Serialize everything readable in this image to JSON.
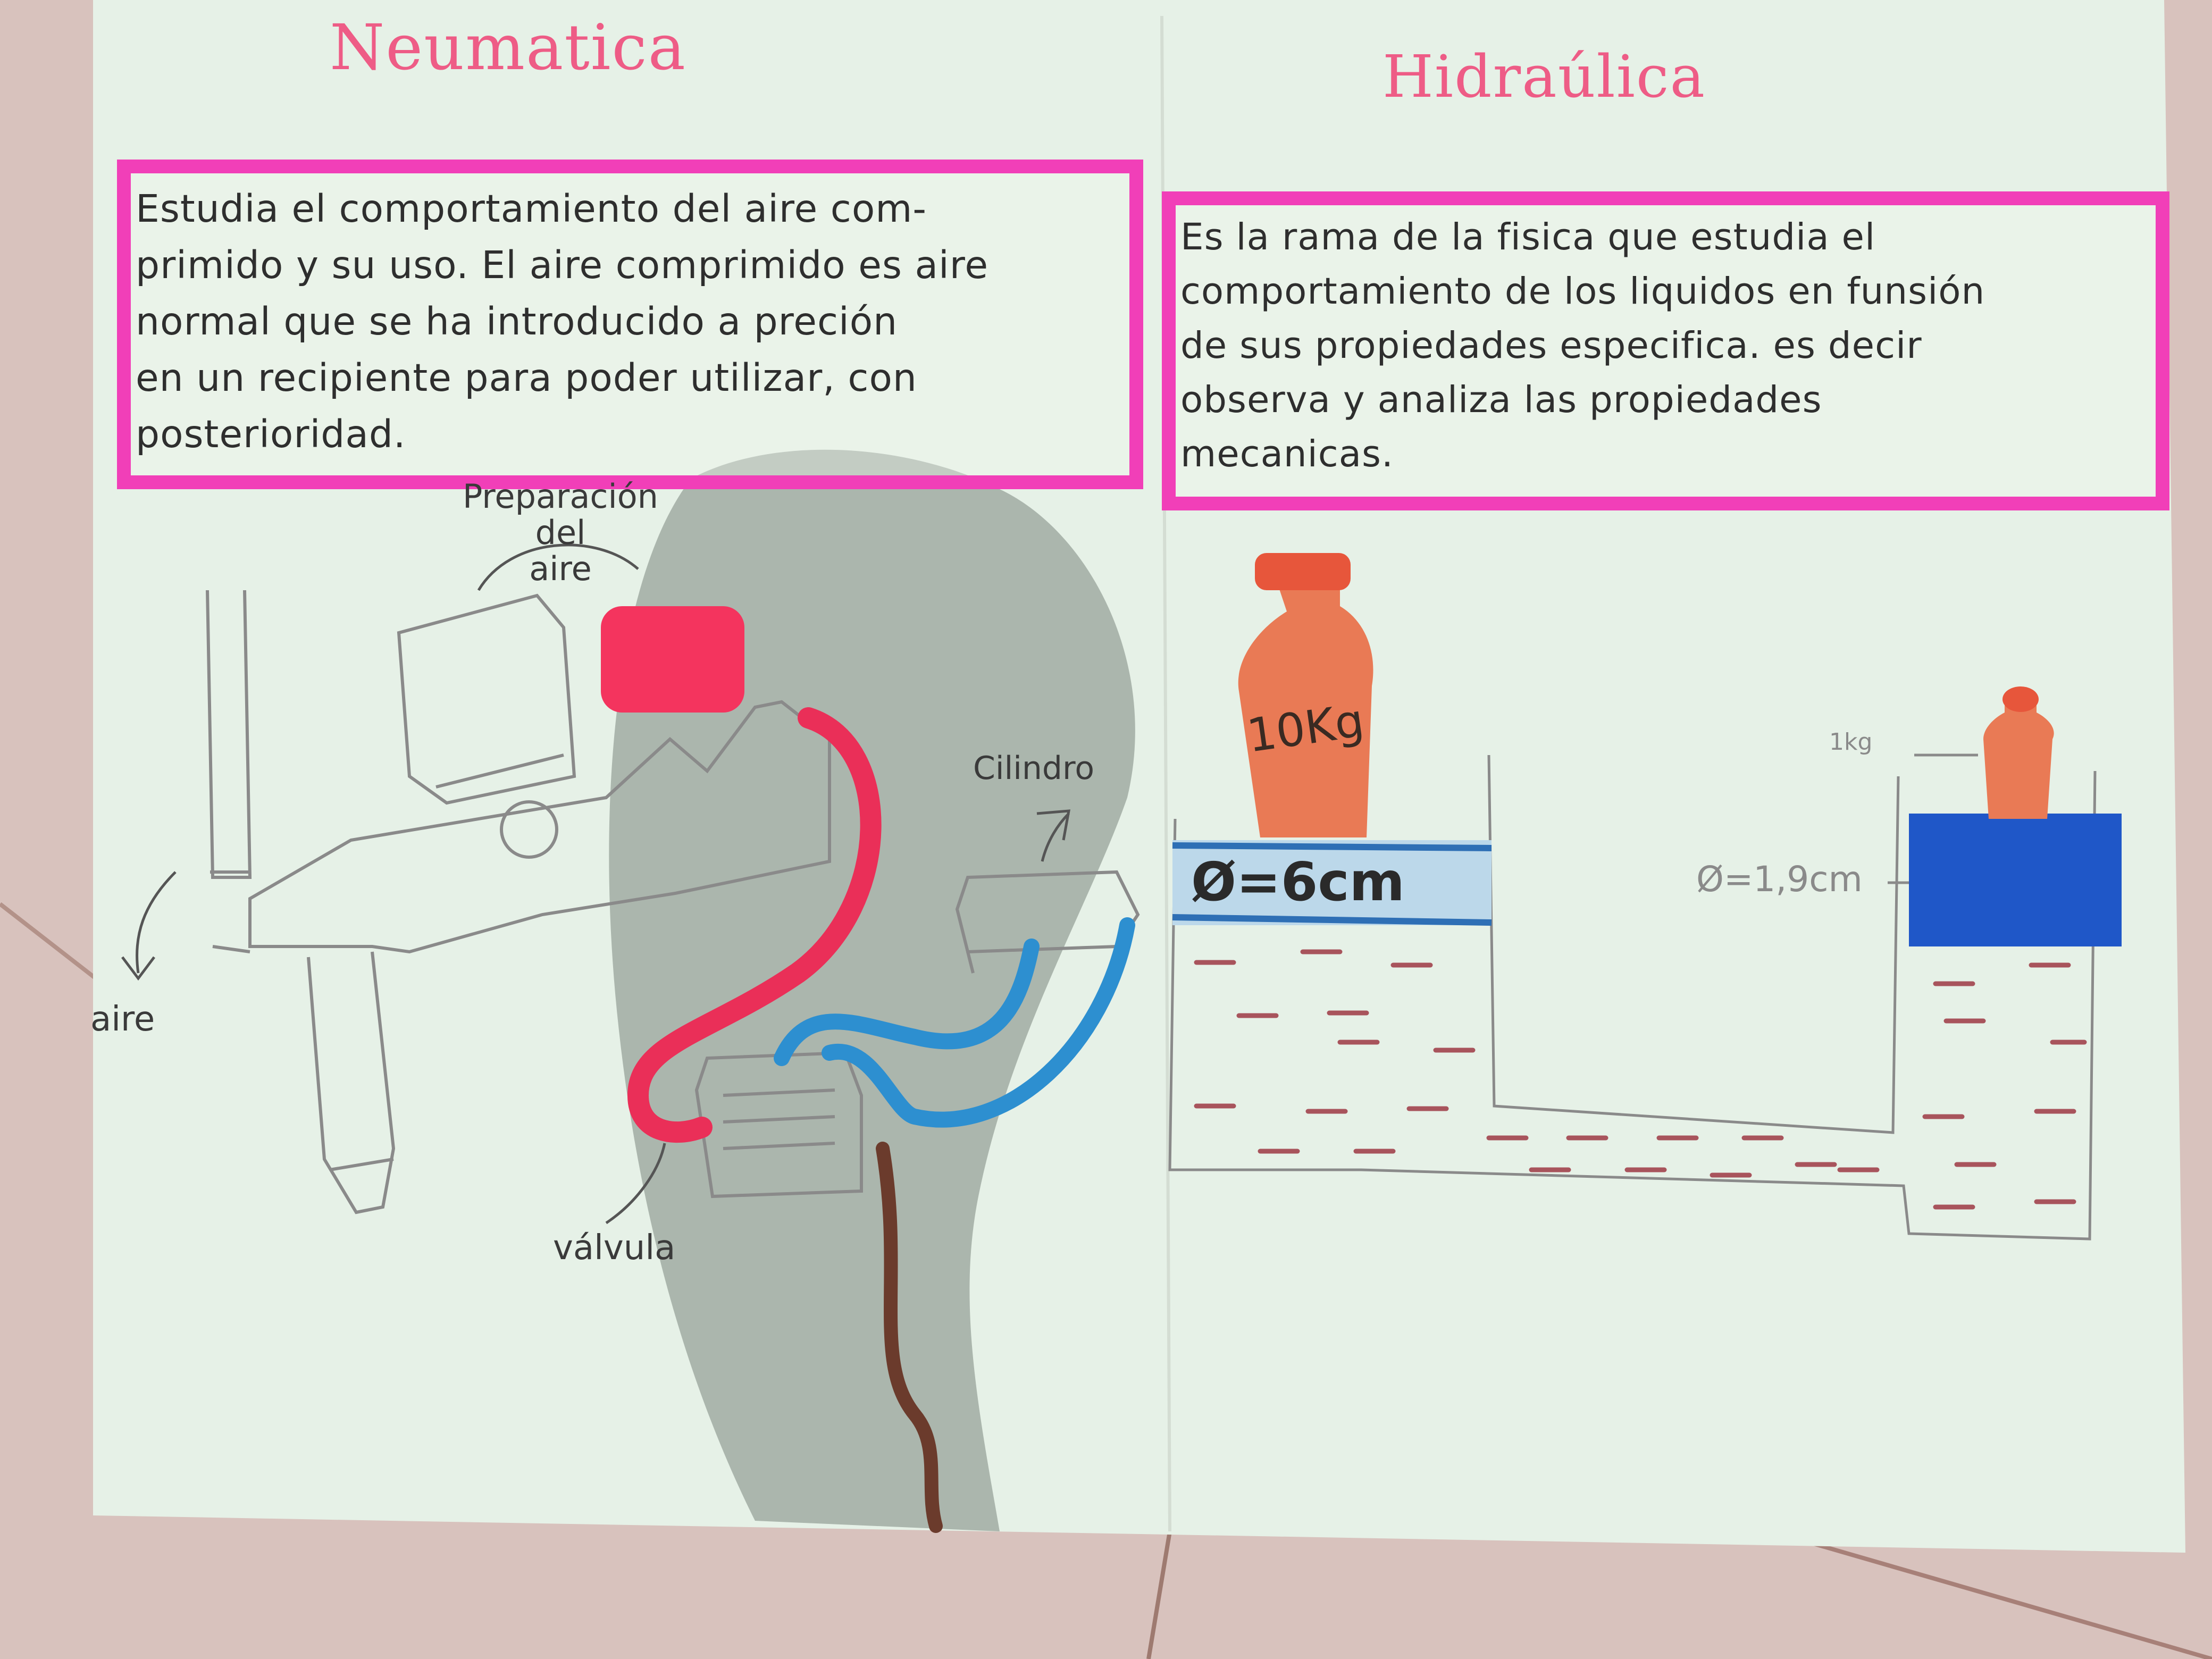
{
  "left": {
    "title": "Neumatica",
    "text": "Estudia el comportamiento del aire com-\nprimido y su uso. El aire comprimido es aire\nnormal que se ha introducido a preción\nen un recipiente para poder utilizar, con\nposterioridad.",
    "labels": {
      "preparacion": "Preparación\ndel\naire",
      "aire": "aire",
      "cilindro": "Cilindro",
      "valvula": "válvula"
    }
  },
  "right": {
    "title": "Hidraúlica",
    "text": "Es la rama de la fisica que estudia el\ncomportamiento de los liquidos en funsión\nde sus propiedades especifica. es decir\nobserva y analiza las propiedades\nmecanicas.",
    "labels": {
      "weight_big": "10Kg",
      "diam_big": "Ø=6cm",
      "weight_small": "1kg",
      "diam_small": "Ø=1,9cm"
    }
  },
  "colors": {
    "paper": "#e6f1e7",
    "border": "#f13fb8",
    "title_pink": "#ee5c86",
    "hose_red": "#ea2f58",
    "hose_blue": "#2d8fd0",
    "piston_blue": "#1f57c8",
    "weight_orange": "#e97a55",
    "liquid_dash": "#a8545c"
  }
}
